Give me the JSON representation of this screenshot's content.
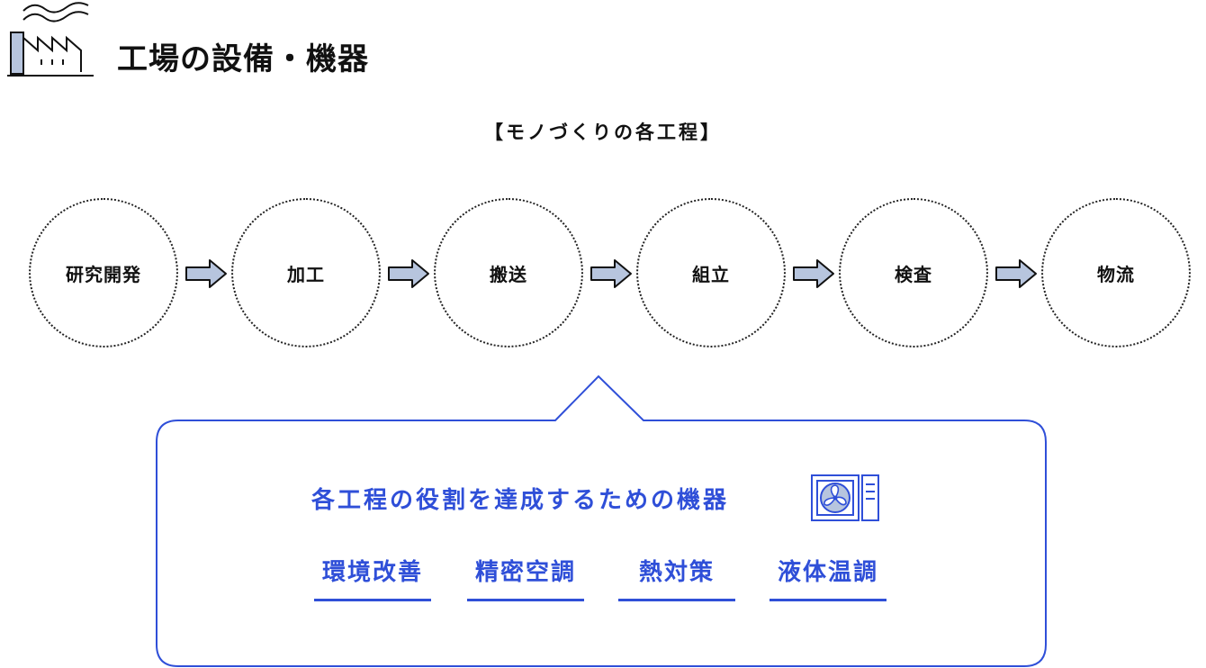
{
  "header": {
    "title": "工場の設備・機器",
    "icon": "factory-icon"
  },
  "process": {
    "heading": "【モノづくりの各工程】",
    "steps": [
      "研究開発",
      "加工",
      "搬送",
      "組立",
      "検査",
      "物流"
    ],
    "arrow_color": "#b7c5de"
  },
  "callout": {
    "heading": "各工程の役割を達成するための機器",
    "icon": "air-conditioner-icon",
    "categories": [
      "環境改善",
      "精密空調",
      "熱対策",
      "液体温調"
    ],
    "accent_color": "#2f4fd8"
  }
}
